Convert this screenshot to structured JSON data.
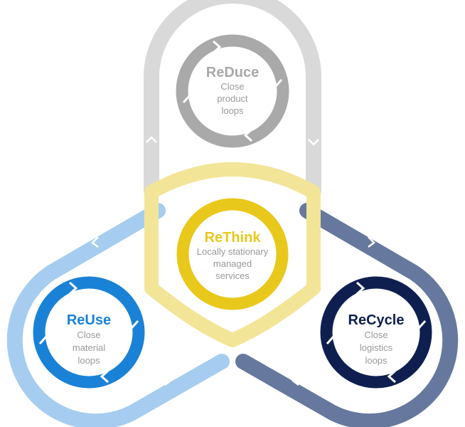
{
  "colors": {
    "reduce": "#a9a9a9",
    "reduce_loop": "#d9d9d9",
    "reuse": "#1a82d6",
    "reuse_loop": "#a6cdf0",
    "recycle": "#0e1f4f",
    "recycle_loop": "#66789e",
    "rethink": "#e9c81c",
    "rethink_loop": "#f3e598",
    "text_light": "#ffffff",
    "text_grey": "#9a9a9a"
  },
  "nodes": {
    "reduce": {
      "title": "ReDuce",
      "lines": [
        "Close",
        "product",
        "loops"
      ]
    },
    "rethink": {
      "title": "ReThink",
      "lines": [
        "Locally stationary",
        "managed",
        "services"
      ]
    },
    "reuse": {
      "title": "ReUse",
      "lines": [
        "Close",
        "material",
        "loops"
      ]
    },
    "recycle": {
      "title": "ReCycle",
      "lines": [
        "Close",
        "logistics",
        "loops"
      ]
    }
  }
}
